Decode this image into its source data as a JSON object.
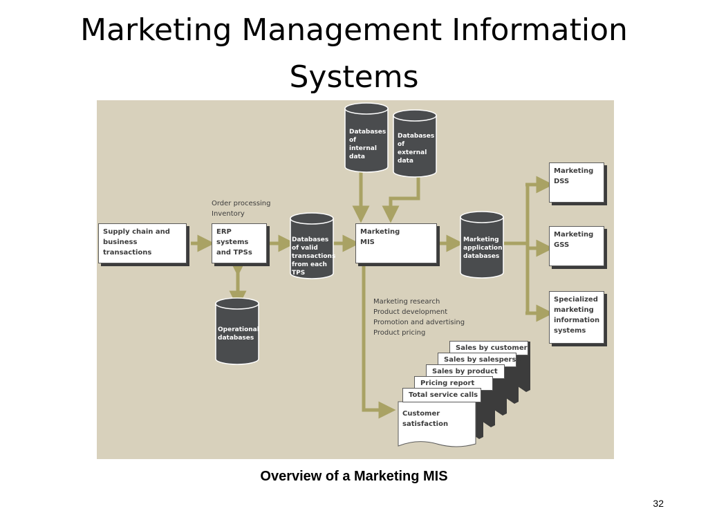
{
  "slide": {
    "title": "Marketing Management Information\nSystems",
    "caption": "Overview of a Marketing MIS",
    "page_number": "32"
  },
  "colors": {
    "panel_background": "#d8d1bc",
    "arrow": "#a9a264",
    "cylinder": "#4a4c4e",
    "box_border": "#5a5a5a"
  },
  "diagram": {
    "boxes": {
      "supply_chain": "Supply chain and\nbusiness transactions",
      "erp": "ERP systems\nand TPSs",
      "marketing_mis": "Marketing\nMIS",
      "marketing_dss": "Marketing\nDSS",
      "marketing_gss": "Marketing\nGSS",
      "specialized": "Specialized\nmarketing\ninformation\nsystems"
    },
    "databases": {
      "internal": "Databases\nof\ninternal\ndata",
      "external": "Databases\nof\nexternal\ndata",
      "valid_transactions": "Databases\nof valid\ntransactions\nfrom each\n TPS",
      "operational": "Operational\ndatabases",
      "marketing_application": "Marketing\napplication\ndatabases"
    },
    "notes": {
      "order_processing": "Order processing",
      "inventory": "Inventory",
      "marketing_research": "Marketing research",
      "product_development": "Product development",
      "promotion_advertising": "Promotion and advertising",
      "product_pricing": "Product pricing"
    },
    "reports": [
      "Sales by customer",
      "Sales by salesperson",
      "Sales by product",
      "Pricing report",
      "Total service calls",
      "Customer\nsatisfaction"
    ]
  }
}
